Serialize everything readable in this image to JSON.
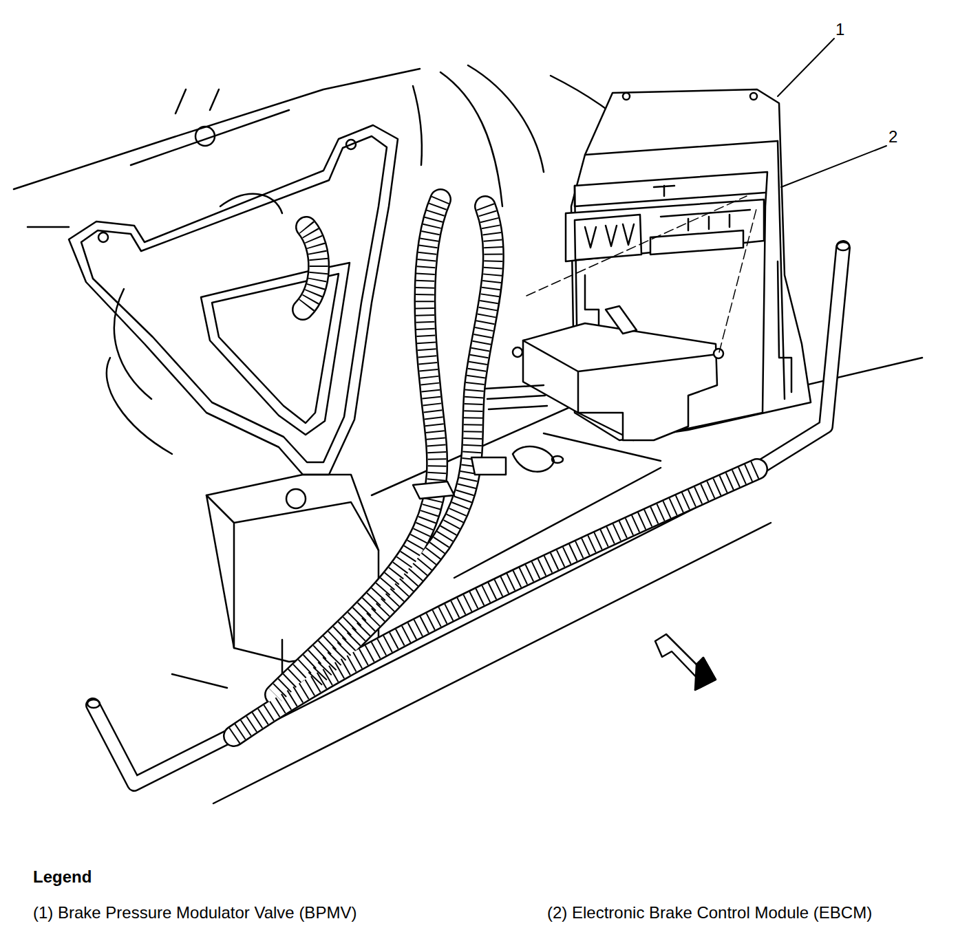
{
  "diagram": {
    "labels": [
      "1",
      "2",
      "Legend"
    ],
    "legend": [
      {
        "text": "(1) Brake Pressure Modulator Valve (BPMV)"
      },
      {
        "text": "(2) Electronic Brake Control Module (EBCM)"
      }
    ]
  }
}
